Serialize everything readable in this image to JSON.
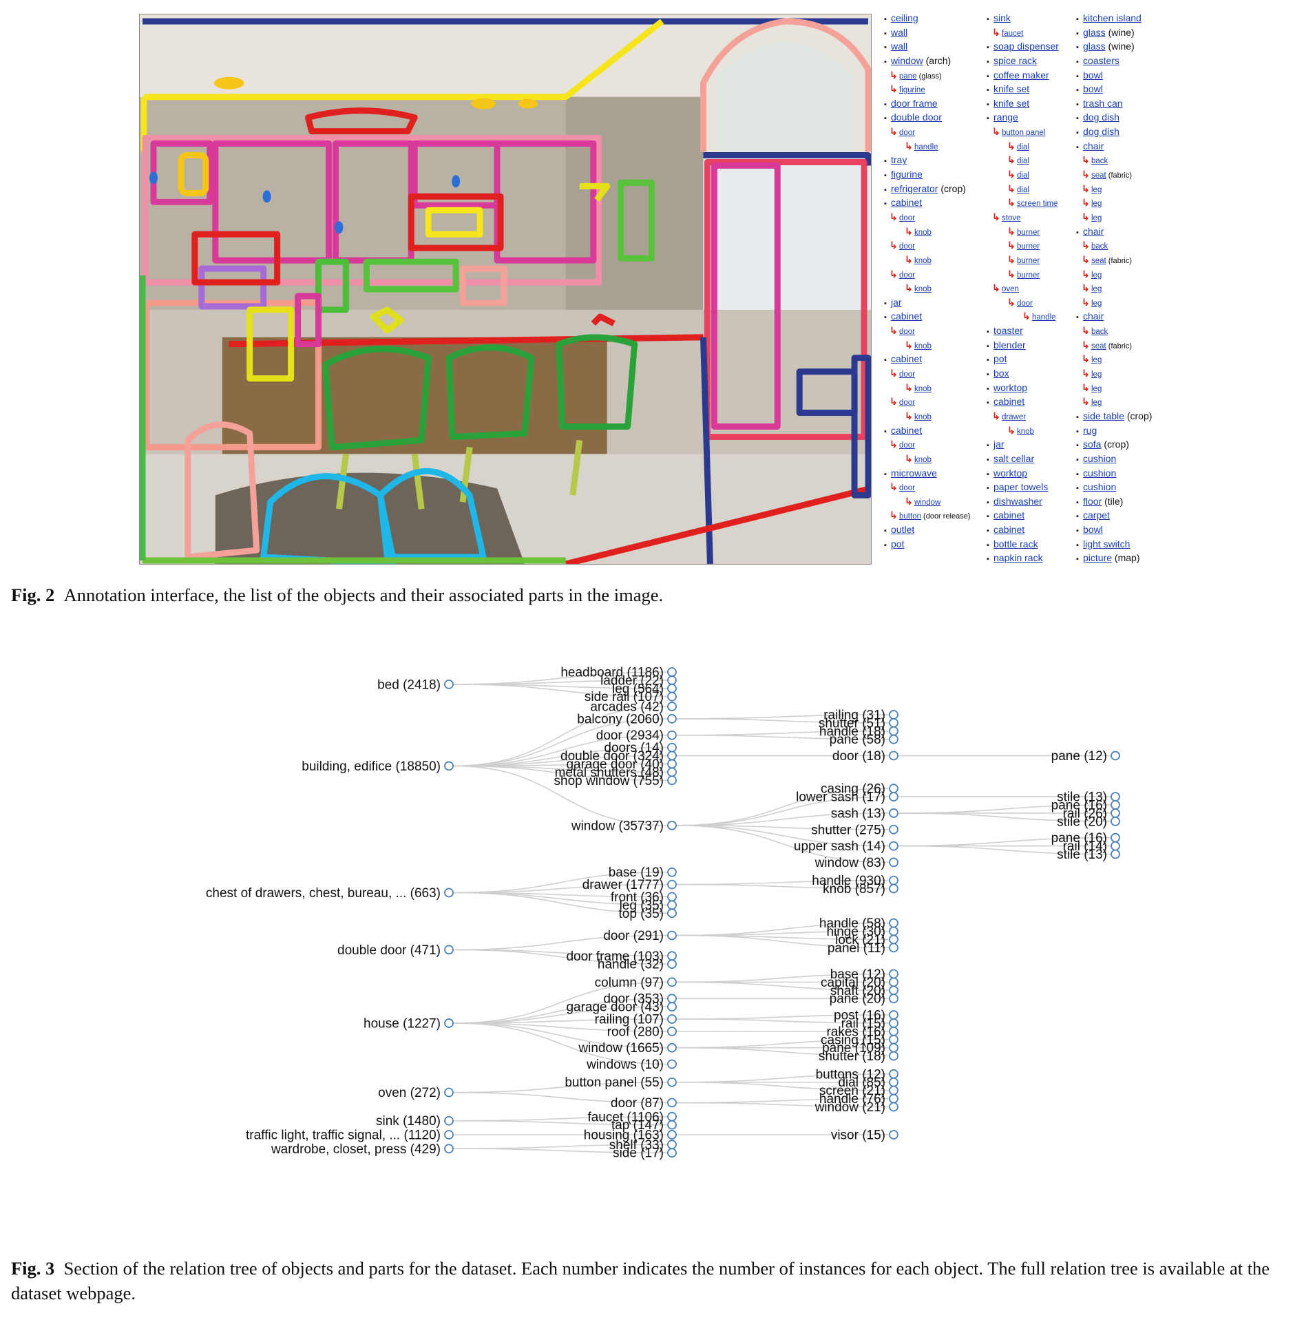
{
  "figure2": {
    "caption_label": "Fig. 2",
    "caption_text": "Annotation interface, the list of the objects and their associated parts in the image.",
    "photo_description_icon": "kitchen-photo-with-segmentation-outlines",
    "columns": [
      [
        {
          "label": "ceiling",
          "depth": 0
        },
        {
          "label": "wall",
          "depth": 0
        },
        {
          "label": "wall",
          "depth": 0
        },
        {
          "label": "window",
          "note": "(arch)",
          "depth": 0
        },
        {
          "label": "pane",
          "note": "(glass)",
          "depth": 1
        },
        {
          "label": "figurine",
          "depth": 1
        },
        {
          "label": "door frame",
          "depth": 0
        },
        {
          "label": "double door",
          "depth": 0
        },
        {
          "label": "door",
          "depth": 1
        },
        {
          "label": "handle",
          "depth": 2
        },
        {
          "label": "tray",
          "depth": 0
        },
        {
          "label": "figurine",
          "depth": 0
        },
        {
          "label": "refrigerator",
          "note": "(crop)",
          "depth": 0
        },
        {
          "label": "cabinet",
          "depth": 0
        },
        {
          "label": "door",
          "depth": 1
        },
        {
          "label": "knob",
          "depth": 2
        },
        {
          "label": "door",
          "depth": 1
        },
        {
          "label": "knob",
          "depth": 2
        },
        {
          "label": "door",
          "depth": 1
        },
        {
          "label": "knob",
          "depth": 2
        },
        {
          "label": "jar",
          "depth": 0
        },
        {
          "label": "cabinet",
          "depth": 0
        },
        {
          "label": "door",
          "depth": 1
        },
        {
          "label": "knob",
          "depth": 2
        },
        {
          "label": "cabinet",
          "depth": 0
        },
        {
          "label": "door",
          "depth": 1
        },
        {
          "label": "knob",
          "depth": 2
        },
        {
          "label": "door",
          "depth": 1
        },
        {
          "label": "knob",
          "depth": 2
        },
        {
          "label": "cabinet",
          "depth": 0
        },
        {
          "label": "door",
          "depth": 1
        },
        {
          "label": "knob",
          "depth": 2
        },
        {
          "label": "microwave",
          "depth": 0
        },
        {
          "label": "door",
          "depth": 1
        },
        {
          "label": "window",
          "depth": 2
        },
        {
          "label": "button",
          "note": "(door release)",
          "depth": 1
        },
        {
          "label": "outlet",
          "depth": 0
        },
        {
          "label": "pot",
          "depth": 0
        }
      ],
      [
        {
          "label": "sink",
          "depth": 0
        },
        {
          "label": "faucet",
          "depth": 1
        },
        {
          "label": "soap dispenser",
          "depth": 0
        },
        {
          "label": "spice rack",
          "depth": 0
        },
        {
          "label": "coffee maker",
          "depth": 0
        },
        {
          "label": "knife set",
          "depth": 0
        },
        {
          "label": "knife set",
          "depth": 0
        },
        {
          "label": "range",
          "depth": 0
        },
        {
          "label": "button panel",
          "depth": 1
        },
        {
          "label": "dial",
          "depth": 2
        },
        {
          "label": "dial",
          "depth": 2
        },
        {
          "label": "dial",
          "depth": 2
        },
        {
          "label": "dial",
          "depth": 2
        },
        {
          "label": "screen time",
          "depth": 2
        },
        {
          "label": "stove",
          "depth": 1
        },
        {
          "label": "burner",
          "depth": 2
        },
        {
          "label": "burner",
          "depth": 2
        },
        {
          "label": "burner",
          "depth": 2
        },
        {
          "label": "burner",
          "depth": 2
        },
        {
          "label": "oven",
          "depth": 1
        },
        {
          "label": "door",
          "depth": 2
        },
        {
          "label": "handle",
          "depth": 3
        },
        {
          "label": "toaster",
          "depth": 0
        },
        {
          "label": "blender",
          "depth": 0
        },
        {
          "label": "pot",
          "depth": 0
        },
        {
          "label": "box",
          "depth": 0
        },
        {
          "label": "worktop",
          "depth": 0
        },
        {
          "label": "cabinet",
          "depth": 0
        },
        {
          "label": "drawer",
          "depth": 1
        },
        {
          "label": "knob",
          "depth": 2
        },
        {
          "label": "jar",
          "depth": 0
        },
        {
          "label": "salt cellar",
          "depth": 0
        },
        {
          "label": "worktop",
          "depth": 0
        },
        {
          "label": "paper towels",
          "depth": 0
        },
        {
          "label": "dishwasher",
          "depth": 0
        },
        {
          "label": "cabinet",
          "depth": 0
        },
        {
          "label": "cabinet",
          "depth": 0
        },
        {
          "label": "bottle rack",
          "depth": 0
        },
        {
          "label": "napkin rack",
          "depth": 0
        }
      ],
      [
        {
          "label": "kitchen island",
          "depth": 0
        },
        {
          "label": "glass",
          "note": "(wine)",
          "depth": 0
        },
        {
          "label": "glass",
          "note": "(wine)",
          "depth": 0
        },
        {
          "label": "coasters",
          "depth": 0
        },
        {
          "label": "bowl",
          "depth": 0
        },
        {
          "label": "bowl",
          "depth": 0
        },
        {
          "label": "trash can",
          "depth": 0
        },
        {
          "label": "dog dish",
          "depth": 0
        },
        {
          "label": "dog dish",
          "depth": 0
        },
        {
          "label": "chair",
          "depth": 0
        },
        {
          "label": "back",
          "depth": 1
        },
        {
          "label": "seat",
          "note": "(fabric)",
          "depth": 1
        },
        {
          "label": "leg",
          "depth": 1
        },
        {
          "label": "leg",
          "depth": 1
        },
        {
          "label": "leg",
          "depth": 1
        },
        {
          "label": "chair",
          "depth": 0
        },
        {
          "label": "back",
          "depth": 1
        },
        {
          "label": "seat",
          "note": "(fabric)",
          "depth": 1
        },
        {
          "label": "leg",
          "depth": 1
        },
        {
          "label": "leg",
          "depth": 1
        },
        {
          "label": "leg",
          "depth": 1
        },
        {
          "label": "chair",
          "depth": 0
        },
        {
          "label": "back",
          "depth": 1
        },
        {
          "label": "seat",
          "note": "(fabric)",
          "depth": 1
        },
        {
          "label": "leg",
          "depth": 1
        },
        {
          "label": "leg",
          "depth": 1
        },
        {
          "label": "leg",
          "depth": 1
        },
        {
          "label": "leg",
          "depth": 1
        },
        {
          "label": "side table",
          "note": "(crop)",
          "depth": 0
        },
        {
          "label": "rug",
          "depth": 0
        },
        {
          "label": "sofa",
          "note": "(crop)",
          "depth": 0
        },
        {
          "label": "cushion",
          "depth": 0
        },
        {
          "label": "cushion",
          "depth": 0
        },
        {
          "label": "cushion",
          "depth": 0
        },
        {
          "label": "floor",
          "note": "(tile)",
          "depth": 0
        },
        {
          "label": "carpet",
          "depth": 0
        },
        {
          "label": "bowl",
          "depth": 0
        },
        {
          "label": "light switch",
          "depth": 0
        },
        {
          "label": "picture",
          "note": "(map)",
          "depth": 0
        }
      ]
    ]
  },
  "figure3": {
    "caption_label": "Fig. 3",
    "caption_text": "Section of the relation tree of objects and parts for the dataset. Each number indicates the number of instances for each object. The full relation tree is available at the dataset webpage.",
    "tree": [
      {
        "label": "bed (2418)",
        "children": [
          {
            "label": "headboard (1186)"
          },
          {
            "label": "ladder (22)"
          },
          {
            "label": "leg (564)"
          },
          {
            "label": "side rail (107)"
          }
        ]
      },
      {
        "label": "building, edifice (18850)",
        "children": [
          {
            "label": "arcades (42)"
          },
          {
            "label": "balcony (2060)",
            "children": [
              {
                "label": "railing (31)"
              },
              {
                "label": "shutter (51)"
              }
            ]
          },
          {
            "label": "door (2934)",
            "children": [
              {
                "label": "handle (18)"
              },
              {
                "label": "pane (58)"
              }
            ]
          },
          {
            "label": "doors (14)"
          },
          {
            "label": "double door (324)",
            "children": [
              {
                "label": "door (18)",
                "children": [
                  {
                    "label": "pane (12)"
                  }
                ]
              }
            ]
          },
          {
            "label": "garage door (40)"
          },
          {
            "label": "metal shutters (48)"
          },
          {
            "label": "shop window (755)"
          },
          {
            "label": "window (35737)",
            "children": [
              {
                "label": "casing (26)"
              },
              {
                "label": "lower sash (17)",
                "children": [
                  {
                    "label": "stile (13)"
                  }
                ]
              },
              {
                "label": "sash (13)",
                "children": [
                  {
                    "label": "pane (16)"
                  },
                  {
                    "label": "rail (26)"
                  },
                  {
                    "label": "stile (20)"
                  }
                ]
              },
              {
                "label": "shutter (275)"
              },
              {
                "label": "upper sash (14)",
                "children": [
                  {
                    "label": "pane (16)"
                  },
                  {
                    "label": "rail (14)"
                  },
                  {
                    "label": "stile (13)"
                  }
                ]
              },
              {
                "label": "window (83)"
              }
            ]
          }
        ]
      },
      {
        "label": "chest of drawers, chest, bureau, ... (663)",
        "children": [
          {
            "label": "base (19)"
          },
          {
            "label": "drawer (1777)",
            "children": [
              {
                "label": "handle (930)"
              },
              {
                "label": "knob (857)"
              }
            ]
          },
          {
            "label": "front (36)"
          },
          {
            "label": "leg (35)"
          },
          {
            "label": "top (35)"
          }
        ]
      },
      {
        "label": "double door (471)",
        "children": [
          {
            "label": "door (291)",
            "children": [
              {
                "label": "handle (58)"
              },
              {
                "label": "hinge (30)"
              },
              {
                "label": "lock (21)"
              },
              {
                "label": "panel (11)"
              }
            ]
          },
          {
            "label": "door frame (103)"
          },
          {
            "label": "handle (32)"
          }
        ]
      },
      {
        "label": "house (1227)",
        "children": [
          {
            "label": "column (97)",
            "children": [
              {
                "label": "base (12)"
              },
              {
                "label": "capital (20)"
              },
              {
                "label": "shaft (20)"
              }
            ]
          },
          {
            "label": "door (353)",
            "children": [
              {
                "label": "pane (20)"
              }
            ]
          },
          {
            "label": "garage door (43)"
          },
          {
            "label": "railing (107)",
            "children": [
              {
                "label": "post (16)"
              },
              {
                "label": "rail (15)"
              }
            ]
          },
          {
            "label": "roof (280)",
            "children": [
              {
                "label": "rakes (16)"
              }
            ]
          },
          {
            "label": "window (1665)",
            "children": [
              {
                "label": "casing (15)"
              },
              {
                "label": "pane (109)"
              },
              {
                "label": "shutter (18)"
              }
            ]
          },
          {
            "label": "windows (10)"
          }
        ]
      },
      {
        "label": "oven (272)",
        "children": [
          {
            "label": "button panel (55)",
            "children": [
              {
                "label": "buttons (12)"
              },
              {
                "label": "dial (85)"
              },
              {
                "label": "screen (21)"
              }
            ]
          },
          {
            "label": "door (87)",
            "children": [
              {
                "label": "handle (76)"
              },
              {
                "label": "window (21)"
              }
            ]
          }
        ]
      },
      {
        "label": "sink (1480)",
        "children": [
          {
            "label": "faucet (1106)"
          },
          {
            "label": "tap (147)"
          }
        ]
      },
      {
        "label": "traffic light, traffic signal, ... (1120)",
        "children": [
          {
            "label": "housing (163)",
            "children": [
              {
                "label": "visor (15)"
              }
            ]
          }
        ]
      },
      {
        "label": "wardrobe, closet, press (429)",
        "children": [
          {
            "label": "shelf (33)"
          },
          {
            "label": "side (17)"
          }
        ]
      }
    ]
  }
}
